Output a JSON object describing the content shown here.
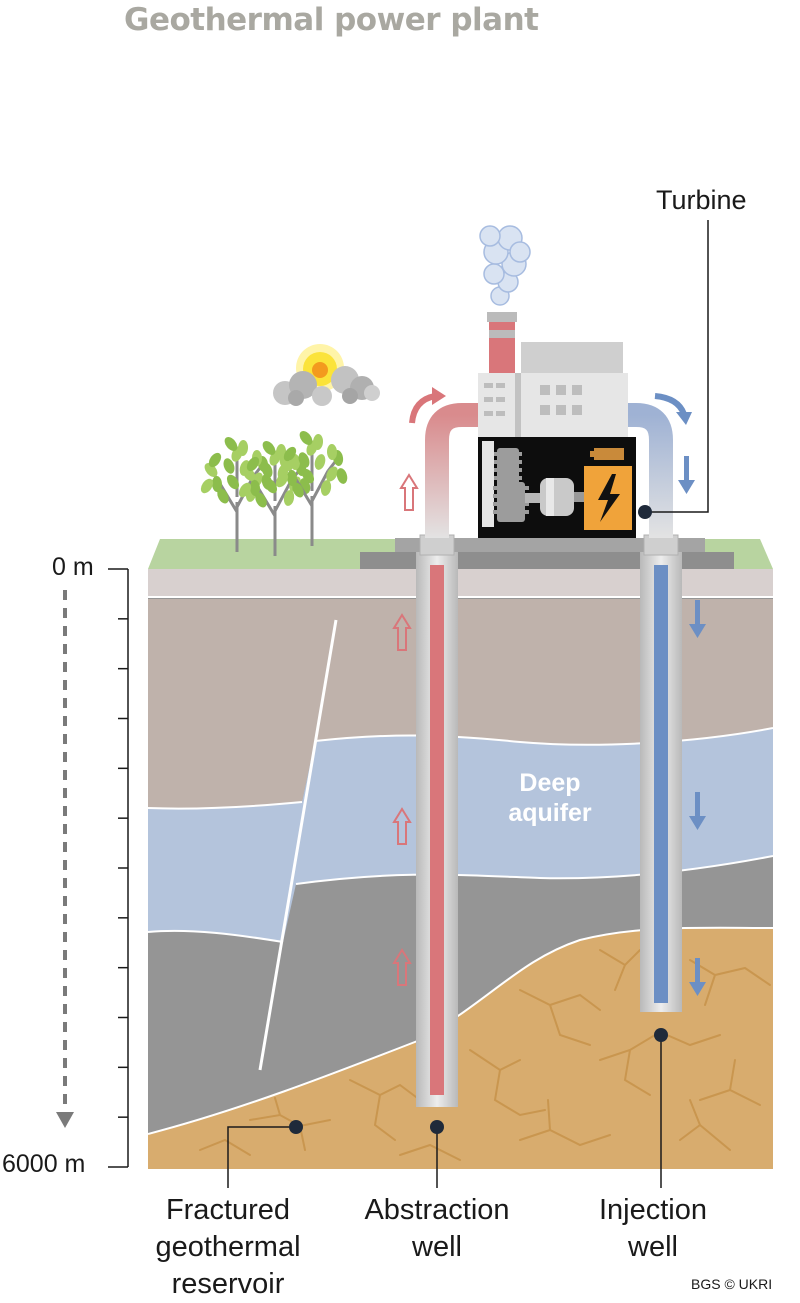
{
  "title": "Geothermal power plant",
  "depth_scale": {
    "top_label": "0 m",
    "bottom_label": "6000 m",
    "tick_count": 12
  },
  "labels": {
    "turbine": "Turbine",
    "aquifer": [
      "Deep",
      "aquifer"
    ],
    "reservoir": [
      "Fractured",
      "geothermal",
      "reservoir"
    ],
    "abstraction_well": [
      "Abstraction",
      "well"
    ],
    "injection_well": [
      "Injection",
      "well"
    ]
  },
  "credit": "BGS © UKRI",
  "colors": {
    "hot_water": "#d9767a",
    "cold_water": "#6c8fc4",
    "aquifer": "#b3c3dc",
    "rock_upper": "#bdb0aa",
    "rock_lower": "#939393",
    "reservoir": "#d8ac6e",
    "grass": "#b7d3a0",
    "title": "#a9a8a1"
  },
  "icons": [
    "sun-icon",
    "cloud-icon",
    "tree-icon",
    "steam-icon",
    "lightning-icon",
    "gear-icon"
  ]
}
